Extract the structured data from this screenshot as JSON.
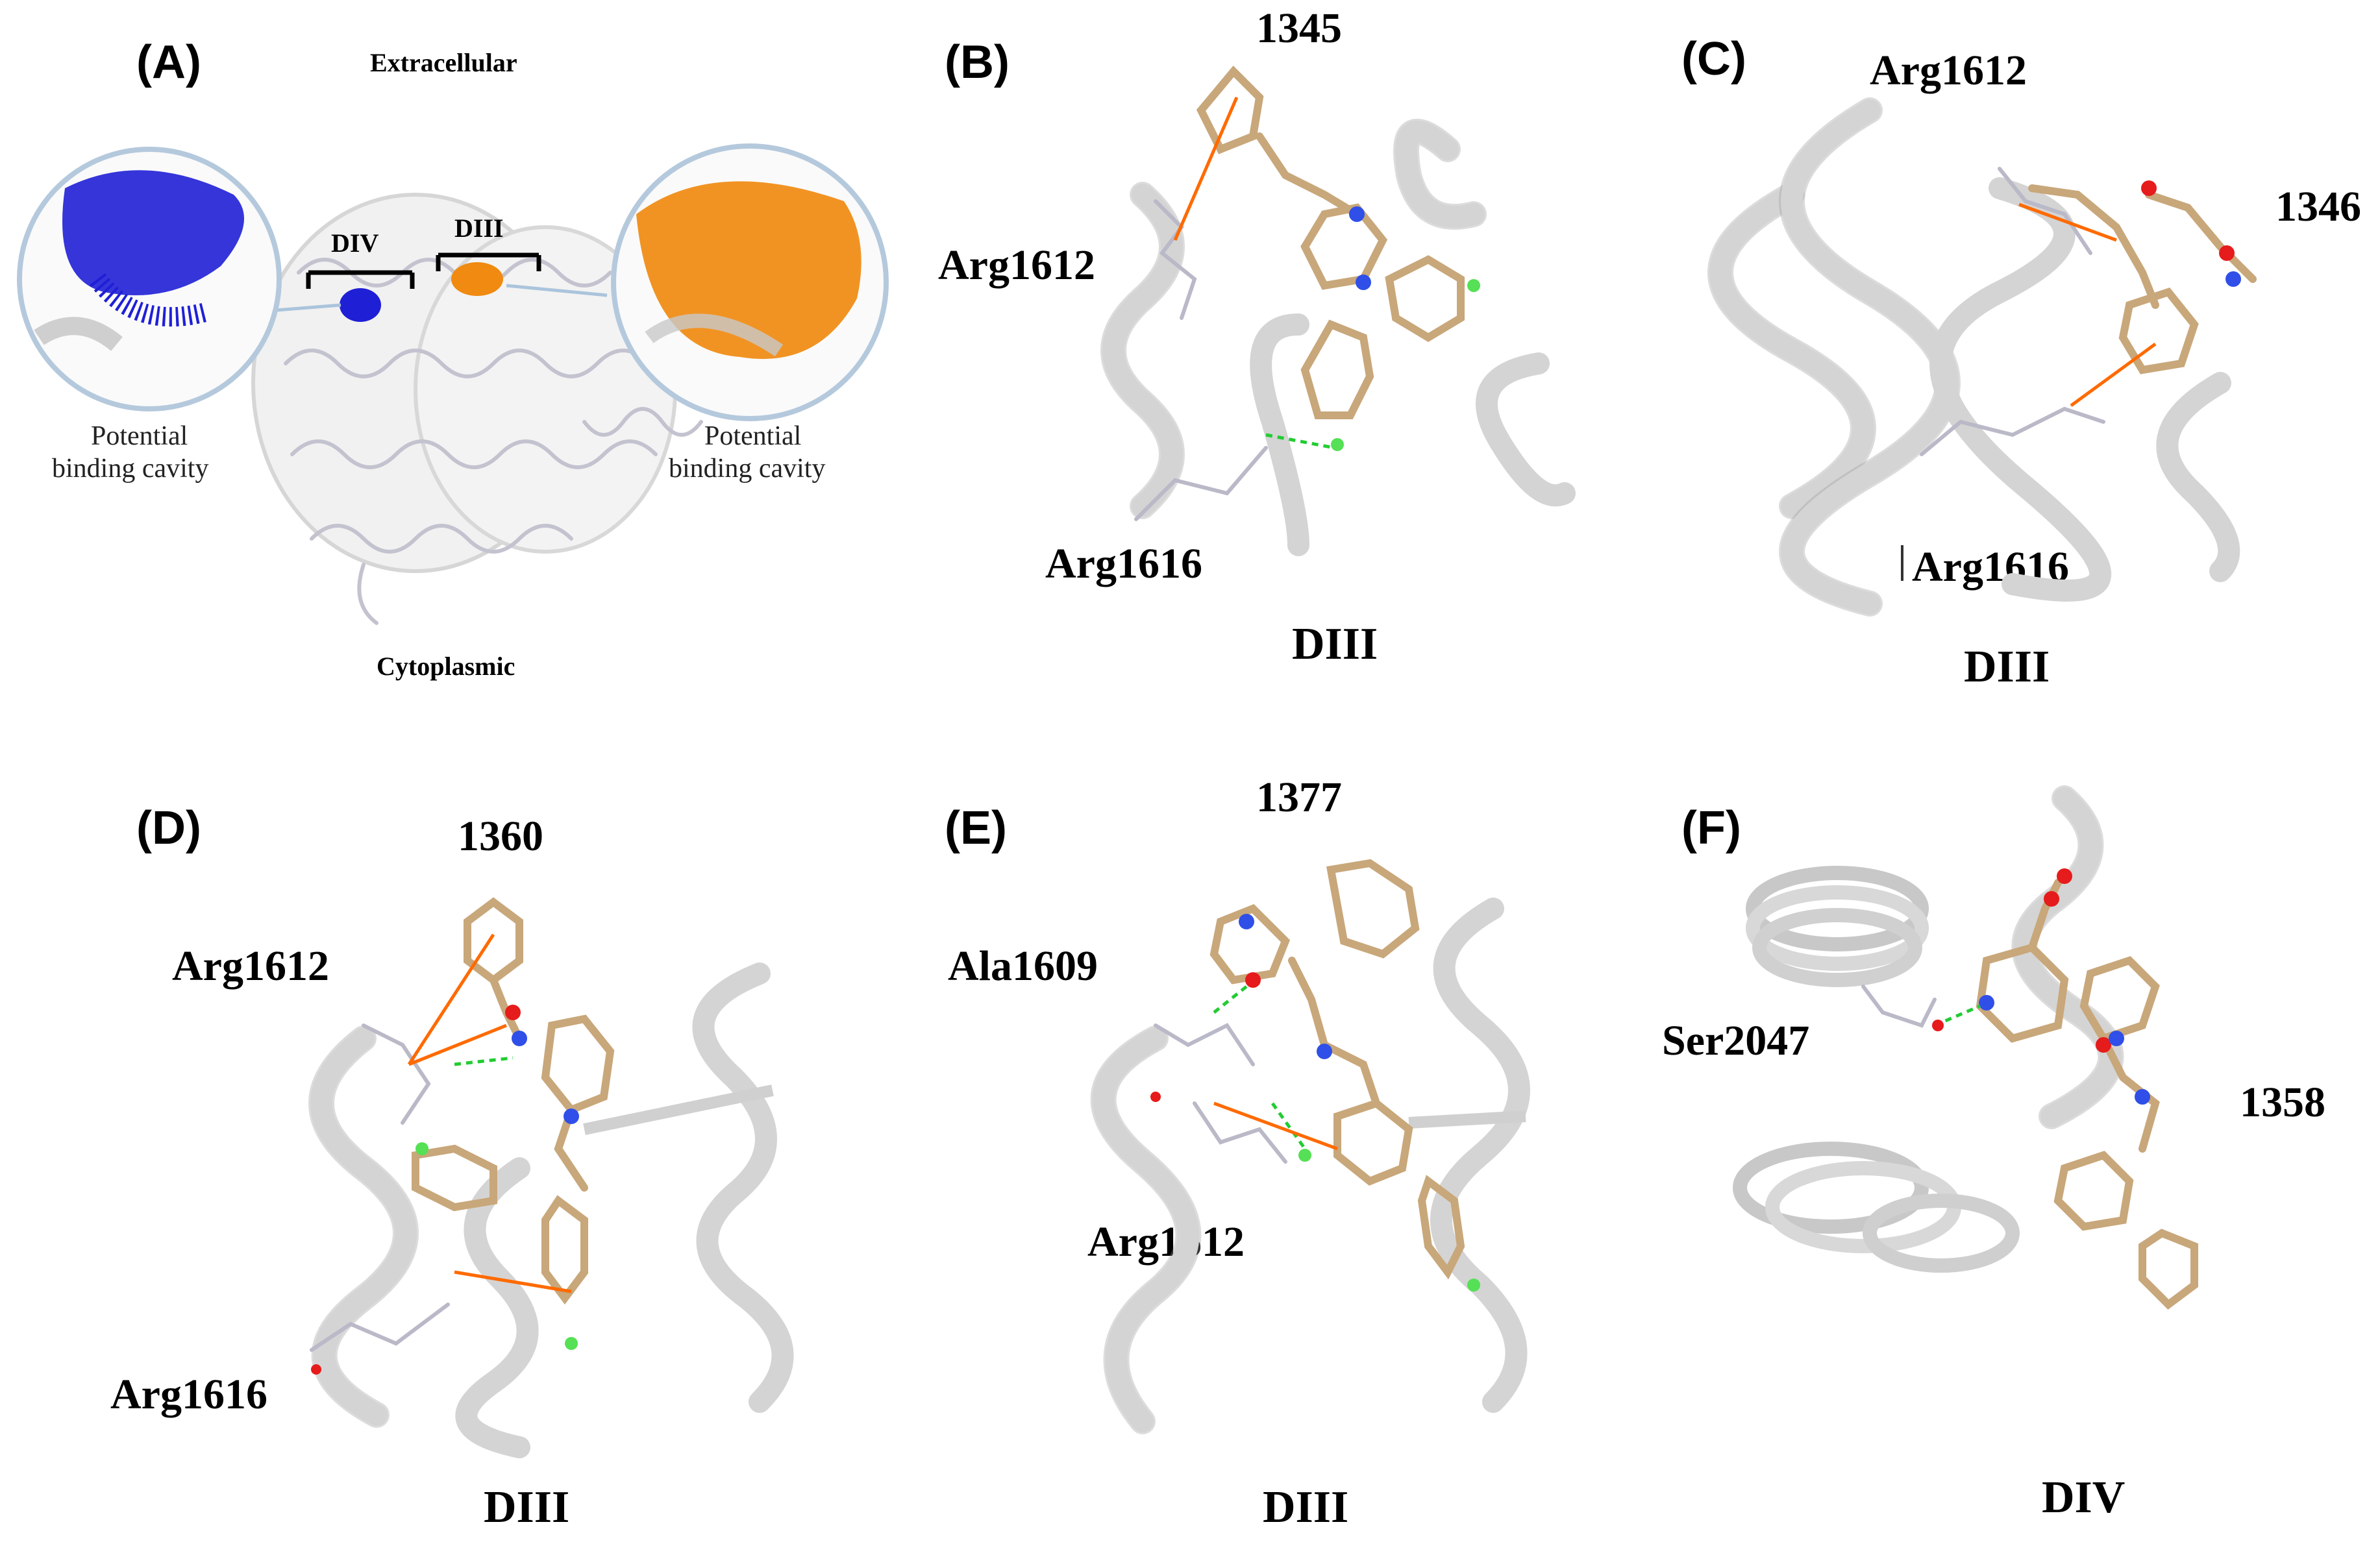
{
  "panels": {
    "A": {
      "label": "(A)",
      "top": "Extracellular",
      "bottom": "Cytoplasmic",
      "domain_left": "DIV",
      "domain_right": "DIII",
      "caption_left_1": "Potential",
      "caption_left_2": "binding cavity",
      "caption_right_1": "Potential",
      "caption_right_2": "binding cavity",
      "colors": {
        "cavity_div": "#1f1fd6",
        "cavity_diii": "#f08a10"
      }
    },
    "B": {
      "label": "(B)",
      "compound": "1345",
      "res1": "Arg1612",
      "res2": "Arg1616",
      "domain": "DIII"
    },
    "C": {
      "label": "(C)",
      "compound": "1346",
      "res1": "Arg1612",
      "res2": "Arg1616",
      "domain": "DIII"
    },
    "D": {
      "label": "(D)",
      "compound": "1360",
      "res1": "Arg1612",
      "res2": "Arg1616",
      "domain": "DIII"
    },
    "E": {
      "label": "(E)",
      "compound": "1377",
      "res1": "Ala1609",
      "res2": "Arg1612",
      "domain": "DIII"
    },
    "F": {
      "label": "(F)",
      "compound": "1358",
      "res1": "Ser2047",
      "domain": "DIV"
    }
  }
}
